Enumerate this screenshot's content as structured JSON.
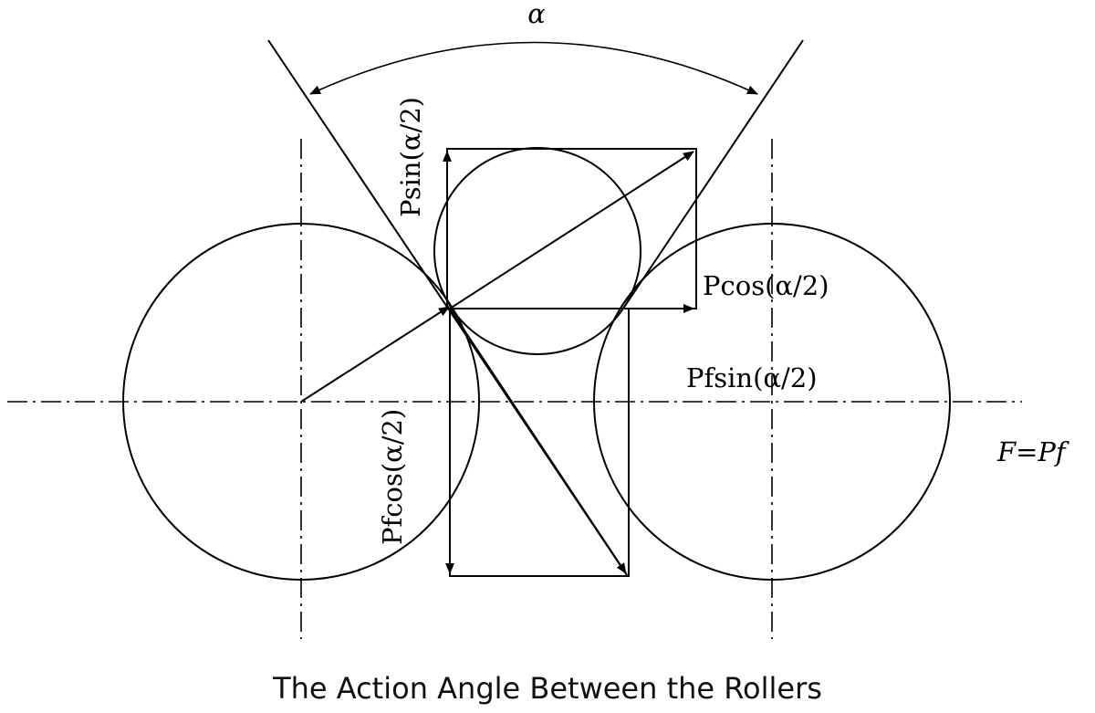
{
  "labels": {
    "alpha": "α",
    "p_sin": "Psin(α/2)",
    "p_cos": "Pcos(α/2)",
    "pf_sin": "Pfsin(α/2)",
    "pf_cos": "Pfcos(α/2)",
    "f_eq": "F=Pf"
  },
  "caption": "The Action Angle Between the Rollers"
}
